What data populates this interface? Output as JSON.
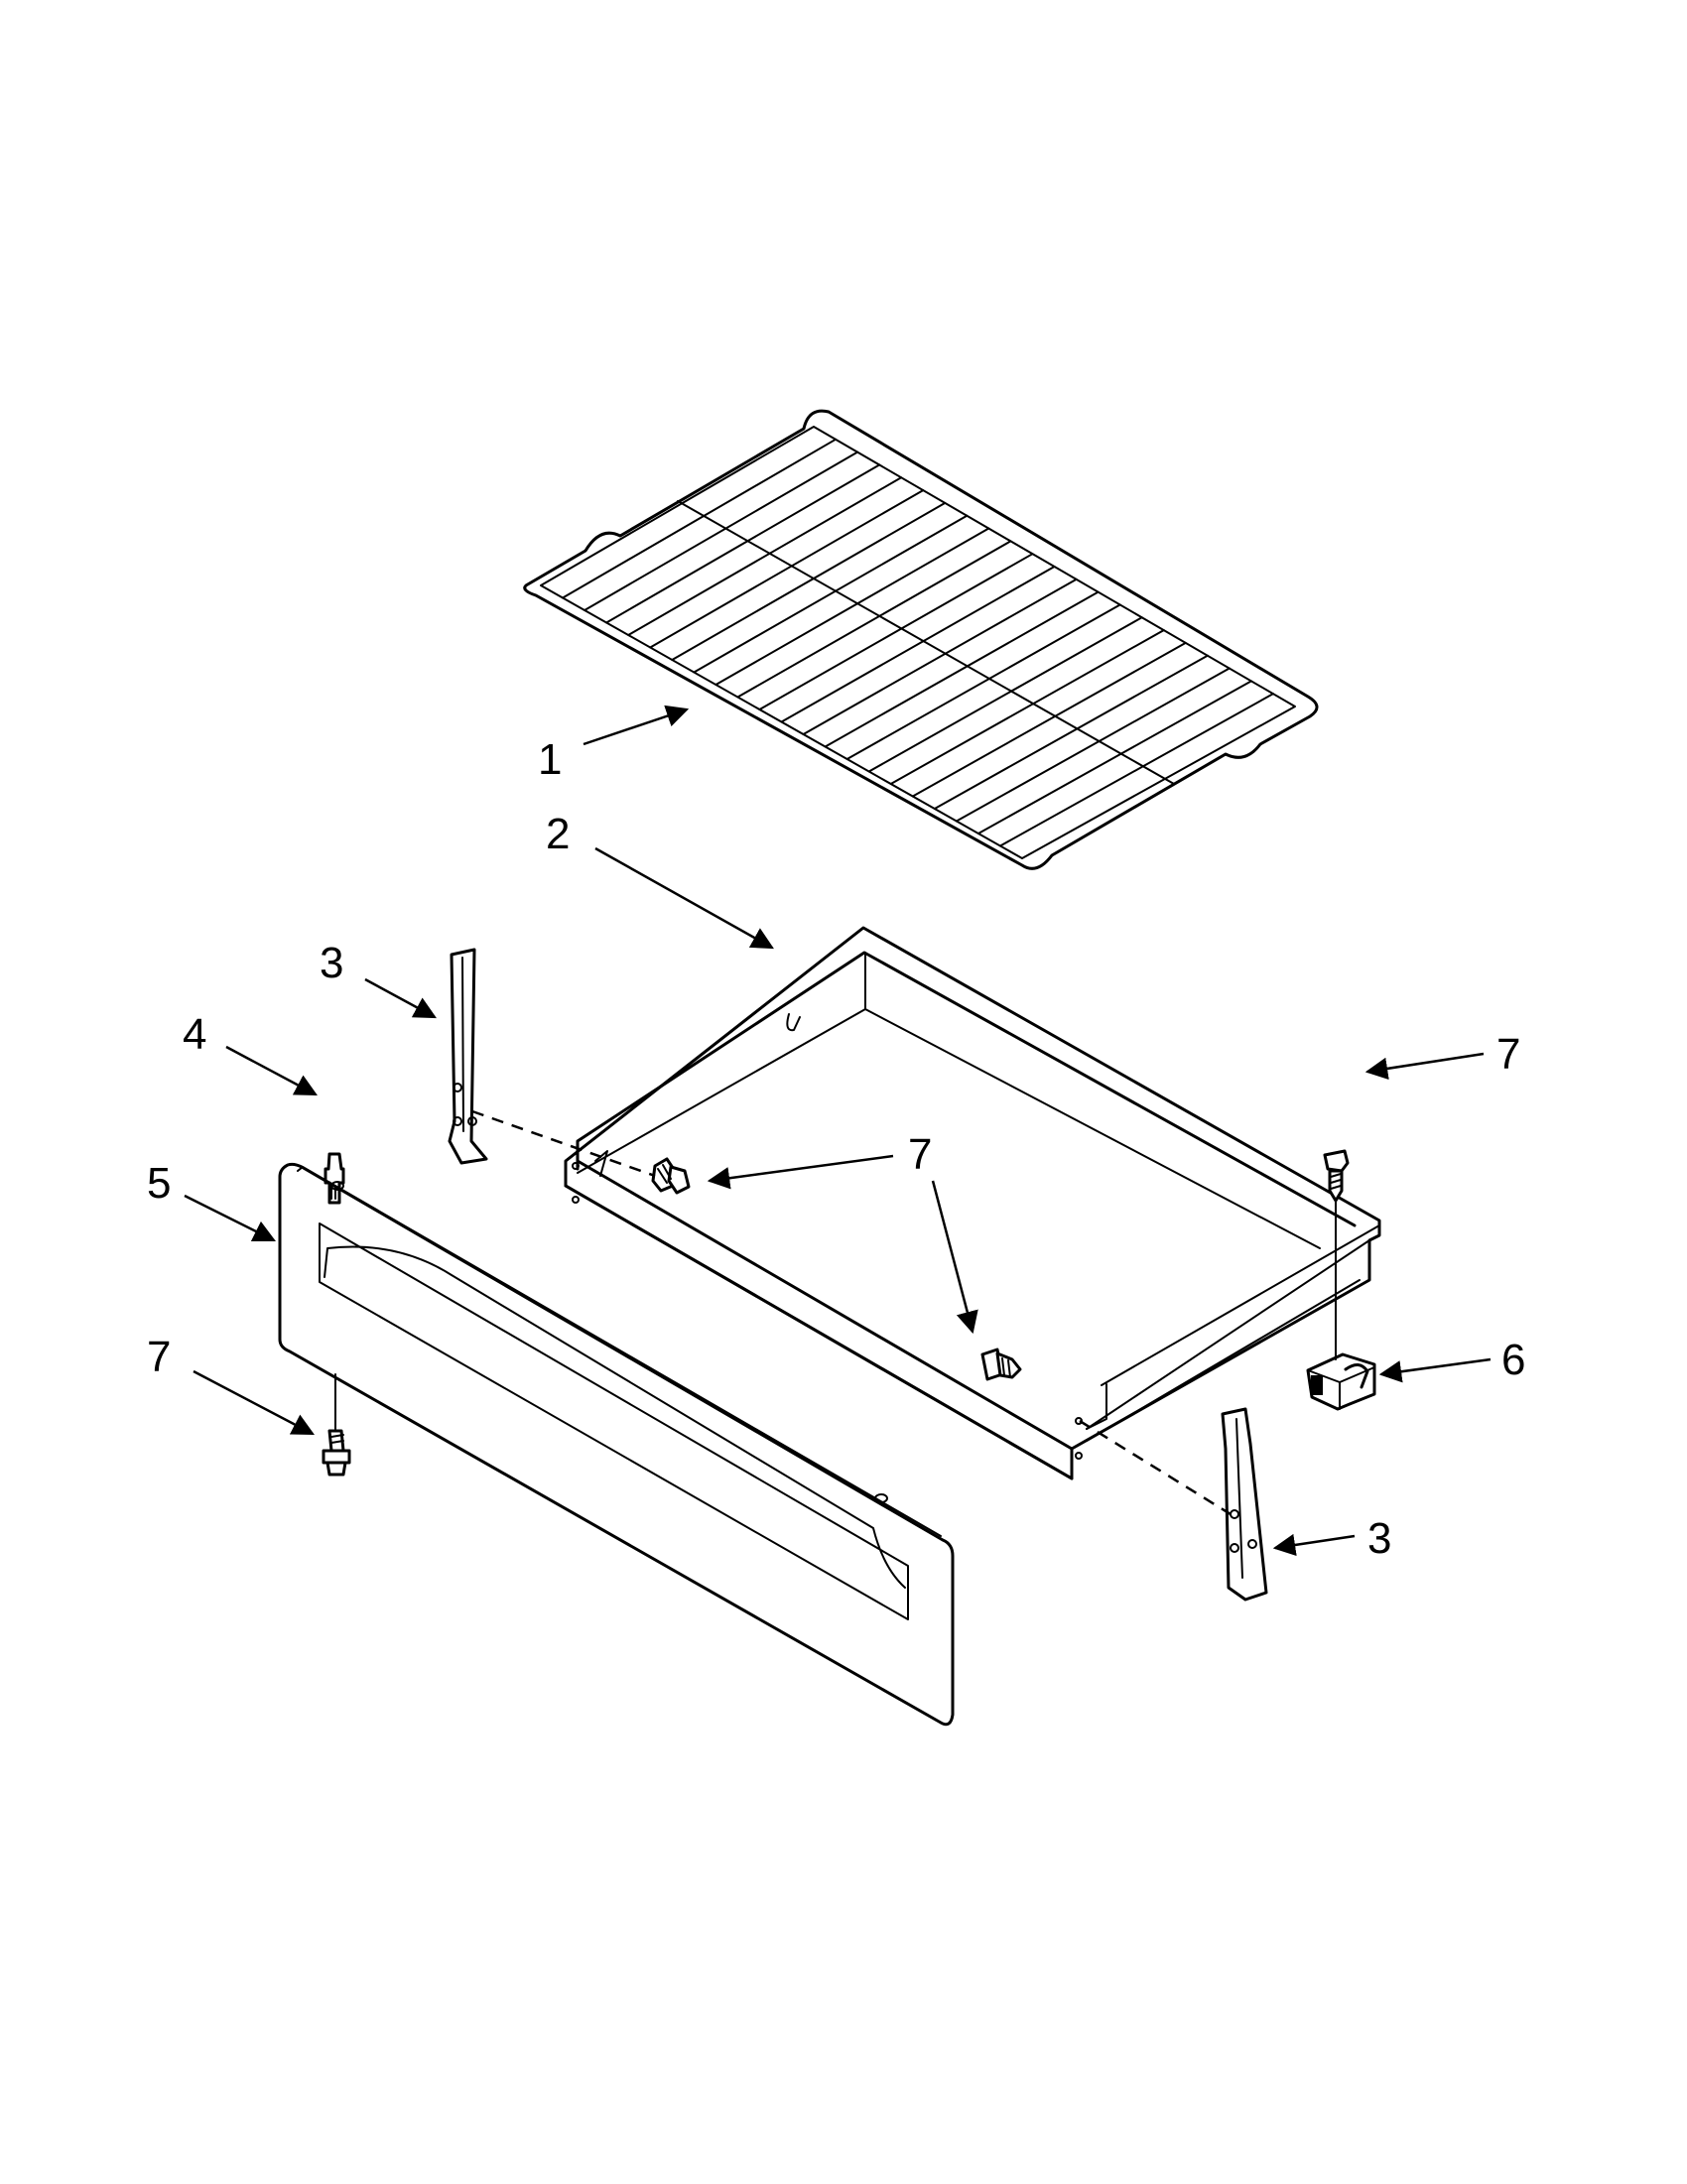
{
  "callouts": {
    "rack": "1",
    "drawer_liner": "2",
    "slide_left": "3",
    "slide_right": "3",
    "panel_stud": "4",
    "drawer_front_panel": "5",
    "clip": "6",
    "screw_top_right": "7",
    "screw_liner_front": "7",
    "screw_front_bottom": "7"
  },
  "colors": {
    "line": "#000000",
    "background": "#ffffff"
  }
}
